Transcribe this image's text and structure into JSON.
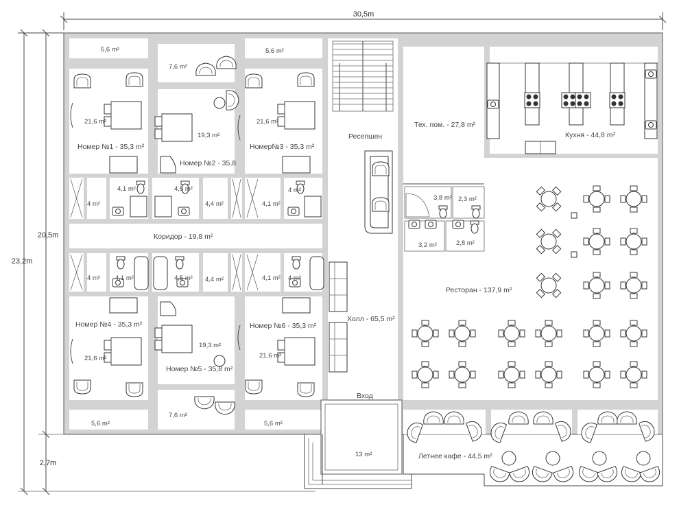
{
  "dimensions": {
    "width": "30,5m",
    "height_total": "23,2m",
    "height_main": "20,5m",
    "height_terrace": "2,7m"
  },
  "rooms": {
    "balcony_tl": "5,6 m²",
    "balcony_tm": "7,6 m²",
    "balcony_tr": "5,6 m²",
    "balcony_bl": "5,6 m²",
    "balcony_bm": "7,6 m²",
    "balcony_br": "5,6 m²",
    "room1_area": "21,6 m²",
    "room1_name": "Номер №1 - 35,3 m²",
    "room2_area": "19,3 m²",
    "room2_name": "Номер №2 - 35,8",
    "room3_area": "21,6 m²",
    "room3_name": "Номер№3 - 35,3 m²",
    "room4_area": "21,6 m²",
    "room4_name": "Номер №4 - 35,3 m²",
    "room5_area": "19,3 m²",
    "room5_name": "Номер №5 - 35,8 m²",
    "room6_area": "21,6 m²",
    "room6_name": "Номер №6 - 35,3 m²",
    "bath_top": [
      "4 m²",
      "4,1 m²",
      "4,5 m²",
      "4,4 m²",
      "4,1 m²",
      "4 m²"
    ],
    "bath_bot": [
      "4 m²",
      "4,1 m²",
      "4,5 m²",
      "4,4 m²",
      "4,1 m²",
      "4 m²"
    ],
    "corridor": "Коридор - 19,8 m²",
    "reception": "Ресепшен",
    "hall": "Холл - 65,5 m²",
    "entrance": "Вход",
    "vestibule": "13 m²",
    "tech": "Тех. пом. - 27,8 m²",
    "kitchen": "Кухня - 44,8 m²",
    "restaurant": "Ресторан - 137,9 m²",
    "wc_1": "3,8 m²",
    "wc_2": "2,3 m²",
    "wc_3": "3,2 m²",
    "wc_4": "2,8 m²",
    "summer_cafe": "Летнее кафе - 44,5 m²"
  }
}
